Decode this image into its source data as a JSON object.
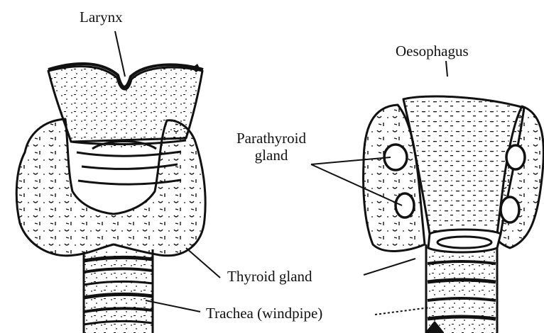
{
  "labels": {
    "larynx": "Larynx",
    "oesophagus": "Oesophagus",
    "parathyroid_line1": "Parathyroid",
    "parathyroid_line2": "gland",
    "thyroid": "Thyroid gland",
    "trachea": "Trachea (windpipe)"
  },
  "colors": {
    "ink": "#111111",
    "background": "#ffffff"
  }
}
